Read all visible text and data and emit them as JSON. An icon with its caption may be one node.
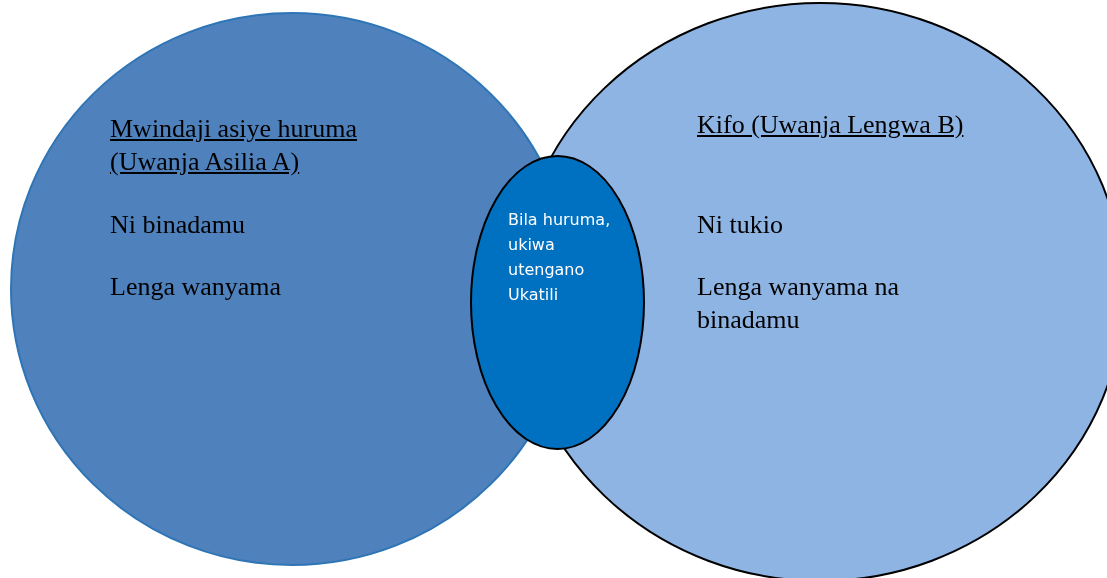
{
  "diagram": {
    "nodes": [
      {
        "text": [
          "Mwindaji asiye huruma (Uwanja Asilia A)",
          "Ni binadamu",
          "Lenga wanyama"
        ]
      },
      {
        "text": [
          "Kifo (Uwanja Lengwa B)",
          "Ni tukio",
          "Lenga wanyama na binadamu"
        ]
      },
      {
        "text": [
          "Bila huruma, ukiwa utengano Ukatili"
        ]
      }
    ]
  }
}
